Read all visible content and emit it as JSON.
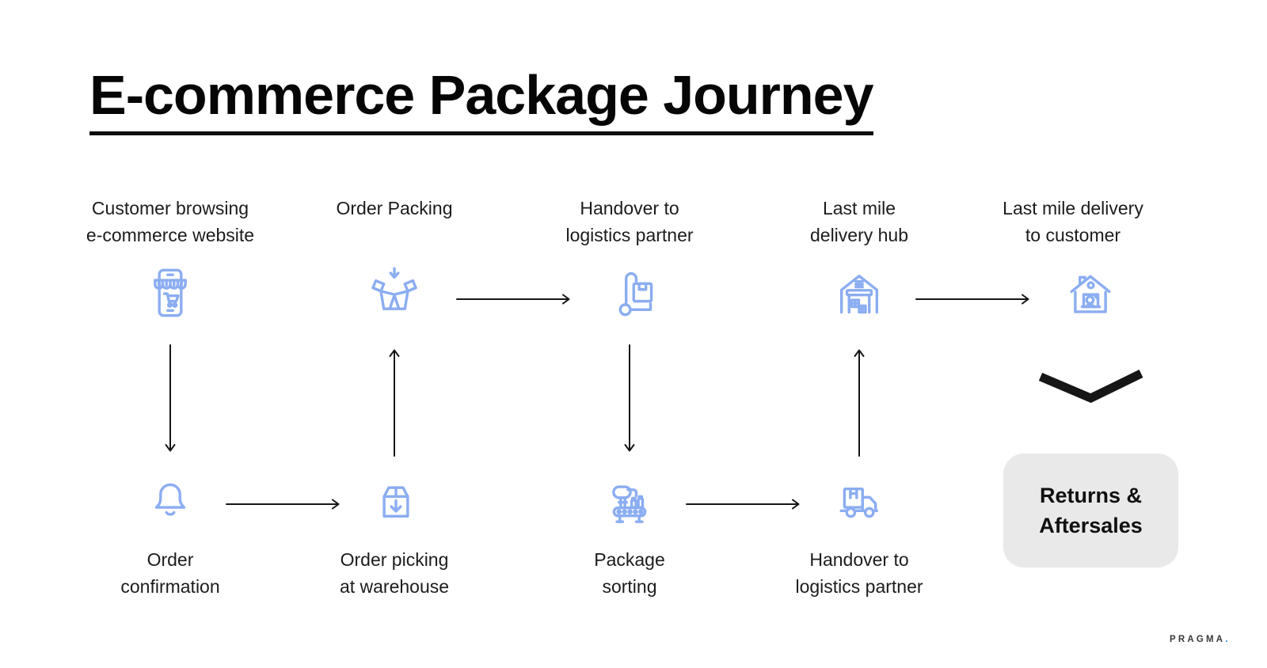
{
  "title": "E-commerce Package Journey",
  "colors": {
    "icon_blue": "#8badf1",
    "arrow": "#161616",
    "returns_box_bg": "#e9e9e9",
    "brand_dot": "#2e7cf5"
  },
  "steps": {
    "top": [
      {
        "line1": "Customer browsing",
        "line2": "e-commerce website",
        "icon": "mobile-storefront"
      },
      {
        "line1": "Order Packing",
        "line2": "",
        "icon": "open-box-packing"
      },
      {
        "line1": "Handover to",
        "line2": "logistics partner",
        "icon": "hand-truck"
      },
      {
        "line1": "Last mile",
        "line2": "delivery hub",
        "icon": "warehouse-hub"
      },
      {
        "line1": "Last mile delivery",
        "line2": "to customer",
        "icon": "home-delivery"
      }
    ],
    "bottom": [
      {
        "line1": "Order",
        "line2": "confirmation",
        "icon": "notification-bell"
      },
      {
        "line1": "Order picking",
        "line2": "at warehouse",
        "icon": "closed-box-arrow"
      },
      {
        "line1": "Package",
        "line2": "sorting",
        "icon": "conveyor-sorter"
      },
      {
        "line1": "Handover to",
        "line2": "logistics partner",
        "icon": "delivery-truck"
      }
    ]
  },
  "returns_box": {
    "line1": "Returns &",
    "line2": "Aftersales"
  },
  "connector": "chevron-down",
  "brand": {
    "name": "PRAGMA",
    "dot": "."
  }
}
